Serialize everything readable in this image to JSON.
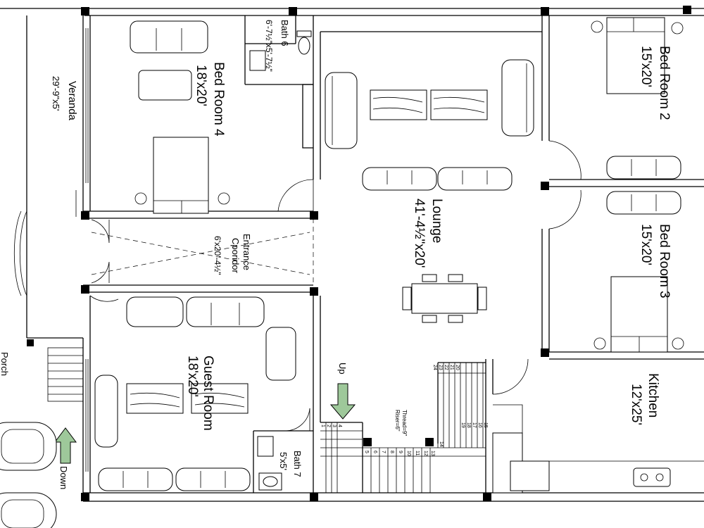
{
  "rooms": {
    "veranda": {
      "name": "Veranda",
      "size": "29'-9\"x5'"
    },
    "bed4": {
      "name": "Bed Room 4",
      "size": "18'x20'"
    },
    "bath6": {
      "name": "Bath 6",
      "size": "6'-7½\"x5'-7½\""
    },
    "entrance": {
      "name1": "Entrance",
      "name2": "Cporidor",
      "size": "6'x20'-4½\""
    },
    "guest": {
      "name": "Guest Room",
      "size": "18'x20'"
    },
    "bath7": {
      "name": "Bath 7",
      "size": "5'x5'"
    },
    "lounge": {
      "name": "Lounge",
      "size": "41'-4½\"x20'"
    },
    "bed2": {
      "name": "Bed Room 2",
      "size": "15'x20'"
    },
    "bed3": {
      "name": "Bed Room 3",
      "size": "15'x20'"
    },
    "kitchen": {
      "name": "Kitchen",
      "size": "12'x25'"
    },
    "porch": {
      "name": "Porch"
    }
  },
  "stairs": {
    "up": "Up",
    "down": "Down",
    "thread": "Thread=9\"",
    "riser": "Riser=6\"",
    "steps_lower": [
      "1",
      "2",
      "3",
      "4",
      "5",
      "6",
      "7",
      "8",
      "9",
      "10",
      "11",
      "12",
      "13",
      "14"
    ],
    "steps_upper": [
      "15",
      "16",
      "17",
      "18",
      "19",
      "20",
      "21",
      "22",
      "23",
      "24"
    ]
  }
}
